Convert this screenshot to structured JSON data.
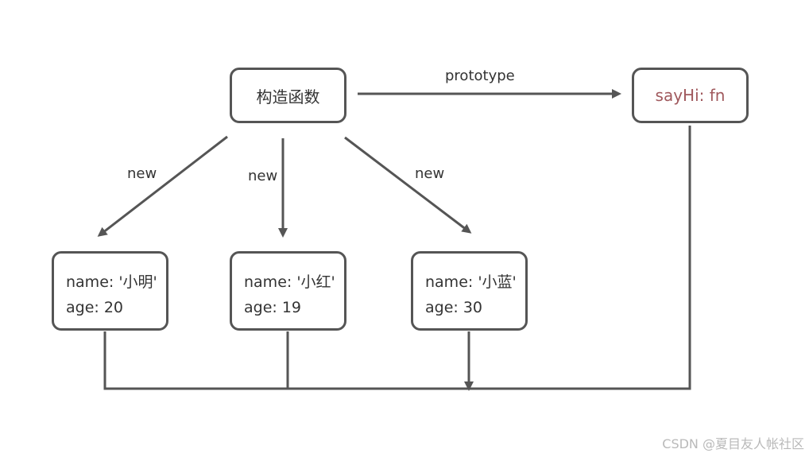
{
  "constructor_box": {
    "label": "构造函数"
  },
  "prototype_box": {
    "label": "sayHi: fn"
  },
  "edge_labels": {
    "prototype": "prototype",
    "new_left": "new",
    "new_middle": "new",
    "new_right": "new"
  },
  "instances": [
    {
      "name_line": "name: '小明'",
      "age_line": "age: 20"
    },
    {
      "name_line": "name: '小红'",
      "age_line": "age: 19"
    },
    {
      "name_line": "name: '小蓝'",
      "age_line": "age: 30"
    }
  ],
  "watermark": "CSDN @夏目友人帐社区",
  "colors": {
    "line": "#555555",
    "text": "#333333",
    "method_text": "#a0595d",
    "watermark": "#b9b9b9"
  }
}
